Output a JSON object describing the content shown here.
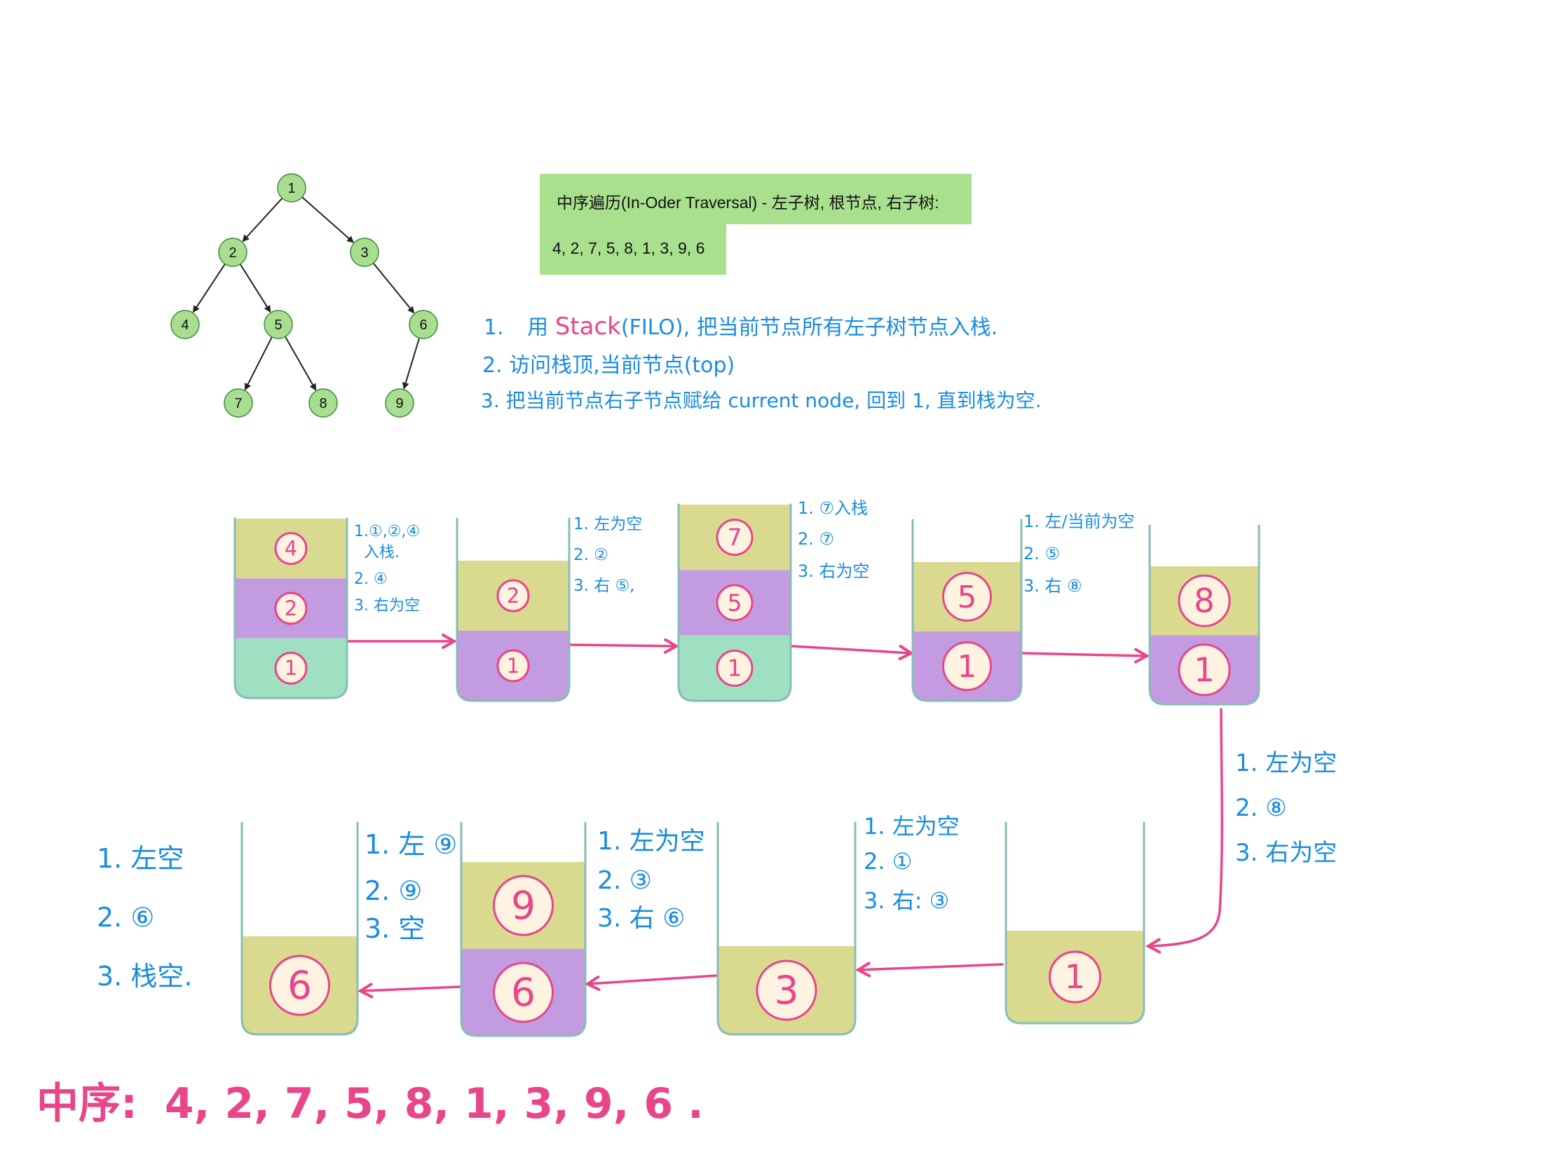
{
  "colors": {
    "node_fill": "#a9dd90",
    "node_stroke": "#3c8a3c",
    "note_bg": "#a9e08e",
    "hand_blue": "#1a8ce0",
    "pink": "#e8458a",
    "stack_outline": "#86bdb8",
    "layer_yellow": "#d9d98f",
    "layer_purple": "#c39be0",
    "layer_mint": "#9fe0c2",
    "circle_fill": "#fdf3e0"
  },
  "tree": {
    "nodes": [
      {
        "label": "1"
      },
      {
        "label": "2"
      },
      {
        "label": "3"
      },
      {
        "label": "4"
      },
      {
        "label": "5"
      },
      {
        "label": "6"
      },
      {
        "label": "7"
      },
      {
        "label": "8"
      },
      {
        "label": "9"
      }
    ],
    "edges": [
      [
        "1",
        "2"
      ],
      [
        "1",
        "3"
      ],
      [
        "2",
        "4"
      ],
      [
        "2",
        "5"
      ],
      [
        "3",
        "6"
      ],
      [
        "5",
        "7"
      ],
      [
        "5",
        "8"
      ],
      [
        "6",
        "9"
      ]
    ]
  },
  "note": {
    "title": "中序遍历(In-Oder Traversal) - 左子树, 根节点, 右子树:",
    "sequence": "4, 2, 7, 5, 8, 1, 3, 9, 6"
  },
  "steps": {
    "s1_num": "1.",
    "s1_a": "用",
    "s1_stack": "Stack",
    "s1_b": "(FILO), 把当前节点所有左子树节点入栈.",
    "s2": "2. 访问栈顶,当前节点(top)",
    "s3": "3. 把当前节点右子节点赋给 current node, 回到 1, 直到栈为空."
  },
  "stacks": [
    {
      "layers": [
        {
          "label": "4",
          "color": "yellow"
        },
        {
          "label": "2",
          "color": "purple"
        },
        {
          "label": "1",
          "color": "mint"
        }
      ]
    },
    {
      "layers": [
        {
          "label": "2",
          "color": "yellow"
        },
        {
          "label": "1",
          "color": "purple"
        }
      ]
    },
    {
      "layers": [
        {
          "label": "7",
          "color": "yellow"
        },
        {
          "label": "5",
          "color": "purple"
        },
        {
          "label": "1",
          "color": "mint"
        }
      ]
    },
    {
      "layers": [
        {
          "label": "5",
          "color": "yellow"
        },
        {
          "label": "1",
          "color": "purple"
        }
      ]
    },
    {
      "layers": [
        {
          "label": "8",
          "color": "yellow"
        },
        {
          "label": "1",
          "color": "purple"
        }
      ]
    },
    {
      "layers": [
        {
          "label": "1",
          "color": "yellow"
        }
      ]
    },
    {
      "layers": [
        {
          "label": "3",
          "color": "yellow"
        }
      ]
    },
    {
      "layers": [
        {
          "label": "9",
          "color": "yellow"
        },
        {
          "label": "6",
          "color": "purple"
        }
      ]
    },
    {
      "layers": [
        {
          "label": "6",
          "color": "yellow"
        }
      ]
    }
  ],
  "annotations": {
    "a1": [
      "1.①,②,④",
      "入栈.",
      "2. ④",
      "3. 右为空"
    ],
    "a2": [
      "1. 左为空",
      "2. ②",
      "3. 右 ⑤,"
    ],
    "a3": [
      "1. ⑦入栈",
      "2. ⑦",
      "3. 右为空"
    ],
    "a4": [
      "1. 左/当前为空",
      "2. ⑤",
      "3. 右 ⑧"
    ],
    "a5": [
      "1. 左为空",
      "2. ⑧",
      "3. 右为空"
    ],
    "a6": [
      "1. 左为空",
      "2. ①",
      "3. 右: ③"
    ],
    "a7": [
      "1. 左为空",
      "2. ③",
      "3. 右 ⑥"
    ],
    "a8": [
      "1. 左 ⑨",
      "2. ⑨",
      "3. 空"
    ],
    "a9": [
      "1. 左空",
      "2. ⑥",
      "3. 栈空."
    ]
  },
  "result": {
    "prefix": "中序:",
    "values": "4, 2, 7, 5, 8, 1, 3, 9, 6 ."
  }
}
